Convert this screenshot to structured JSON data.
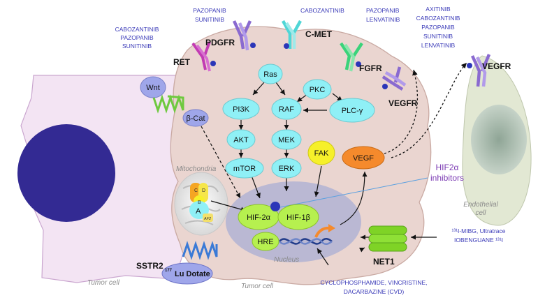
{
  "colors": {
    "tumor_body": "#ead5d0",
    "left_cell": "#f3e4f3",
    "left_nucleus": "#332a93",
    "nucleus": "#b5b5d3",
    "node_cyan": "#8ff0f6",
    "node_green": "#b6f04f",
    "vegf_orange": "#f58a2c",
    "fak_yellow": "#f6f02a",
    "drug_text": "#3a3ab8",
    "endothelial": "#e2e8d3"
  },
  "drugs": {
    "ret_drugs": [
      "CABOZANTINIB",
      "PAZOPANIB",
      "SUNITINIB"
    ],
    "pdgfr_drugs": [
      "PAZOPANIB",
      "SUNITINIB"
    ],
    "cmet_drugs": [
      "CABOZANTINIB"
    ],
    "fgfr_drugs": [
      "PAZOPANIB",
      "LENVATINIB"
    ],
    "vegfr_drugs": [
      "AXITINIB",
      "CABOZANTINIB",
      "PAZOPANIB",
      "SUNITINIB",
      "LENVATINIB"
    ],
    "hif2_inhibitors": [
      "HIF2α",
      "inhibitors"
    ],
    "mibg": [
      "¹³¹I-MIBG, Ultratrace",
      "IOBENGUANE ¹³¹I"
    ],
    "cvd": [
      "CYCLOPHOSPHAMIDE, VINCRISTINE,",
      "DACARBAZINE (CVD)"
    ]
  },
  "receptors": {
    "ret": "RET",
    "pdgfr": "PDGFR",
    "cmet": "C-MET",
    "fgfr": "FGFR",
    "vegfr_tumor": "VEGFR",
    "vegfr_endo": "VEGFR",
    "sstr2": "SSTR2",
    "net1": "NET1"
  },
  "nodes": {
    "ras": "Ras",
    "pkc": "PKC",
    "pi3k": "PI3K",
    "raf": "RAF",
    "plcg": "PLC-γ",
    "akt": "AKT",
    "mek": "MEK",
    "mtor": "mTOR",
    "erk": "ERK",
    "fak": "FAK",
    "vegf": "VEGF",
    "wnt": "Wnt",
    "bcat": "β-Cat",
    "hif2a": "HIF-2α",
    "hif1b": "HIF-1β",
    "hre": "HRE",
    "lu_dotate_sup": "177",
    "lu_dotate": "Lu Dotate"
  },
  "mito": {
    "label": "Mitochondria",
    "sub_a": "A",
    "sub_b": "B",
    "sub_c": "C",
    "sub_d": "D",
    "af2": "AF2"
  },
  "labels": {
    "nucleus": "Nucleus",
    "tumor_cell_center": "Tumor cell",
    "tumor_cell_left": "Tumor cell",
    "endothelial": [
      "Endothelial",
      "cell"
    ]
  }
}
